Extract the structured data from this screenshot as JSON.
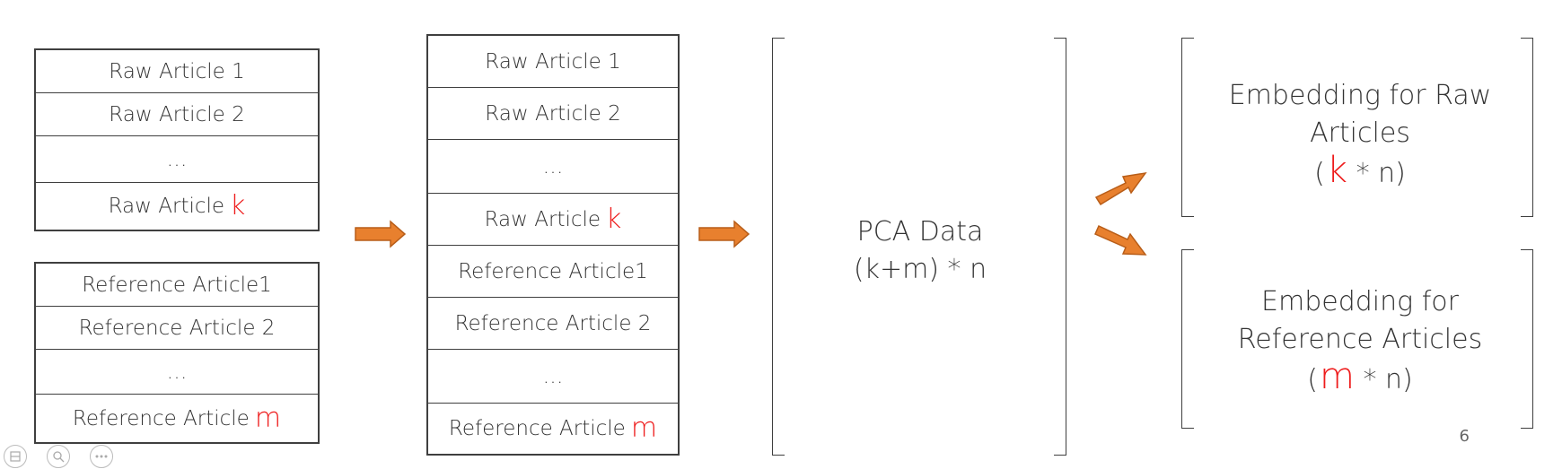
{
  "col1": {
    "raw": [
      "Raw Article 1",
      "Raw Article 2",
      "…",
      "Raw Article"
    ],
    "raw_k": "k",
    "ref": [
      "Reference Article1",
      "Reference Article 2",
      "…",
      "Reference Article"
    ],
    "ref_m": "m"
  },
  "col2": {
    "cells": [
      "Raw Article 1",
      "Raw Article 2",
      "…",
      "Raw Article",
      "Reference Article1",
      "Reference Article 2",
      "…",
      "Reference Article"
    ],
    "raw_k": "k",
    "ref_m": "m"
  },
  "pca": {
    "line1": "PCA Data",
    "line2": "(k+m) * n"
  },
  "emb_raw": {
    "line1": "Embedding for Raw",
    "line2": "Articles",
    "open": "(",
    "var": "k",
    "rest": " * n)"
  },
  "emb_ref": {
    "line1": "Embedding for",
    "line2": "Reference Articles",
    "open": "(",
    "var": "m",
    "rest": " * n)"
  },
  "page_number": "6",
  "colors": {
    "arrow": "#e8802e",
    "accent": "#ee1c1c"
  }
}
